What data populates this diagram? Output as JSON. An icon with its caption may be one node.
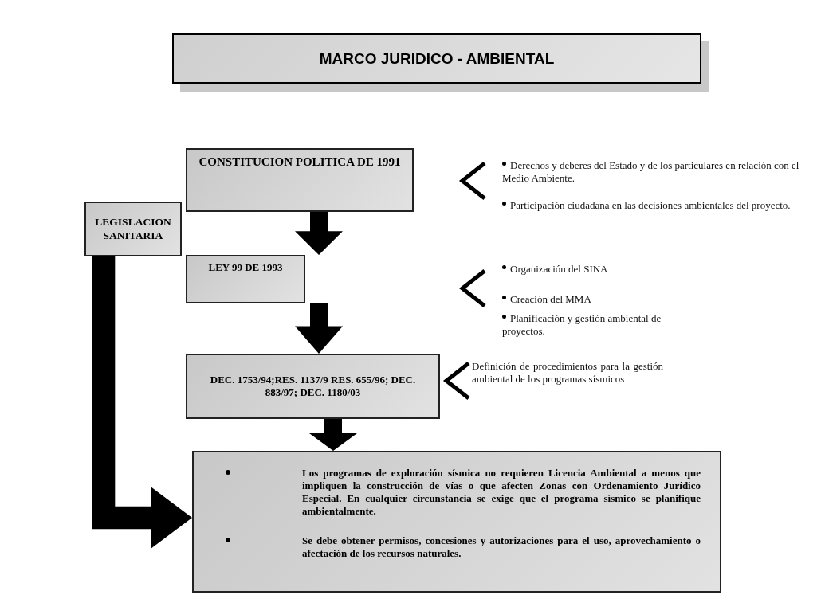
{
  "diagram": {
    "title": "MARCO JURIDICO - AMBIENTAL",
    "nodes": [
      {
        "text": [
          "CONSTITUCION POLITICA DE 1991"
        ],
        "beside": [
          "Derechos y deberes del Estado y de los particulares en relación con el Medio Ambiente.",
          "Participación ciudadana en las decisiones ambientales del proyecto."
        ]
      },
      {
        "text": [
          "LEY 99 DE 1993"
        ],
        "beside": [
          "Organización del SINA",
          "Creación del MMA",
          "Planificación y gestión ambiental de proyectos."
        ]
      },
      {
        "text": [
          "DEC. 1753/94;RES. 1137/9 RES. 655/96; DEC. 883/97; DEC. 1180/03"
        ],
        "beside": [
          "Definición de procedimientos para la gestión ambiental de los programas sísmicos"
        ]
      },
      {
        "text": [
          "Los programas de exploración sísmica no requieren Licencia Ambiental a menos que impliquen la construcción de vías o que afecten Zonas con Ordenamiento Jurídico Especial. En cualquier circunstancia se exige que el programa sísmico se planifique ambientalmente.",
          "Se debe obtener permisos, concesiones y autorizaciones para el uso, aprovechamiento o afectación de los recursos naturales."
        ]
      },
      {
        "text": [
          "LEGISLACION SANITARIA"
        ]
      }
    ],
    "edges": [
      {
        "from": 0,
        "to": 1,
        "arrow": "to"
      },
      {
        "from": 1,
        "to": 2,
        "arrow": "to"
      },
      {
        "from": 2,
        "to": 3,
        "arrow": "to"
      },
      {
        "from": 4,
        "to": 3,
        "arrow": "to"
      }
    ]
  }
}
